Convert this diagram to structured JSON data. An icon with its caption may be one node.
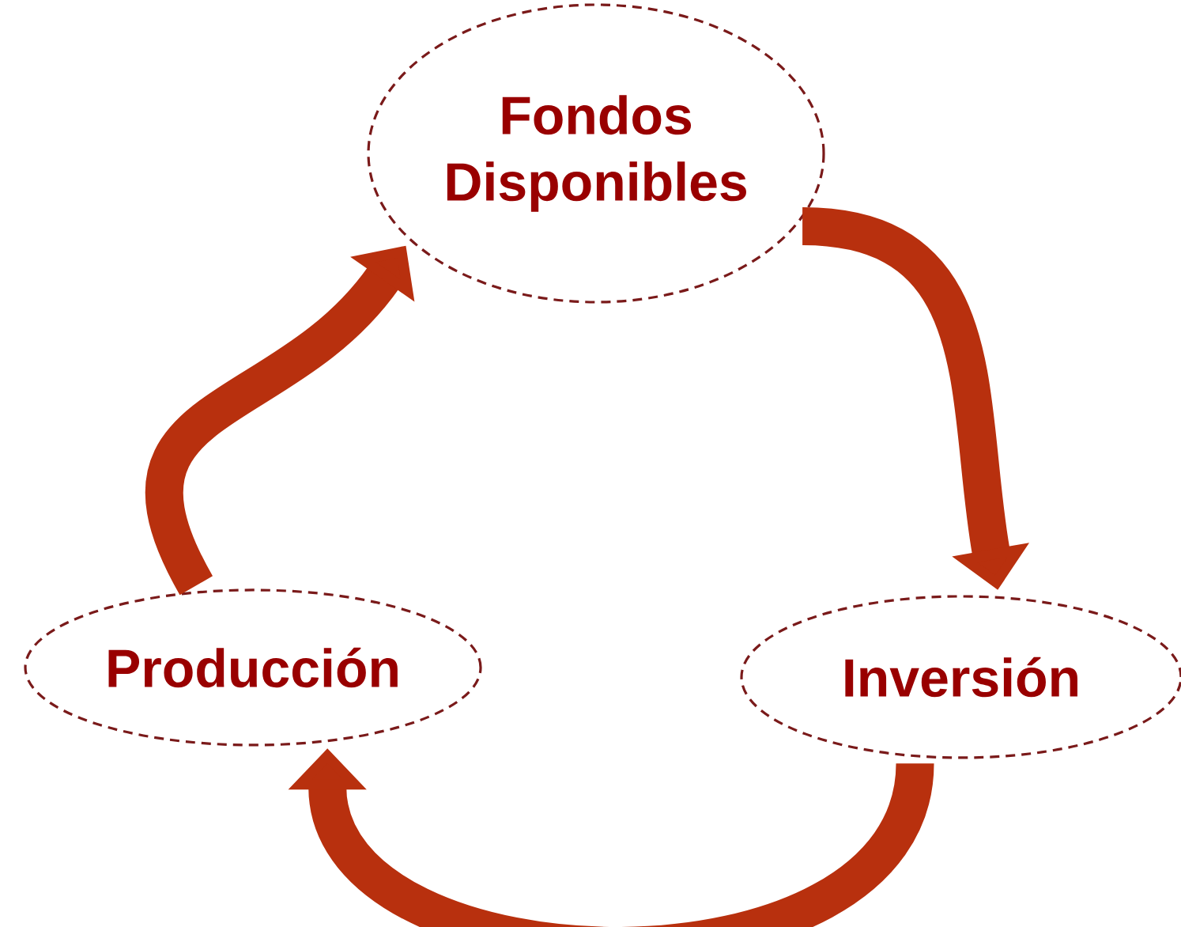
{
  "diagram": {
    "nodes": [
      {
        "text": [
          "Fondos Disponibles"
        ]
      },
      {
        "text": [
          "Inversión"
        ]
      },
      {
        "text": [
          "Producción"
        ]
      }
    ],
    "edges": [
      {
        "from": 0,
        "to": 1,
        "arrow": "to"
      },
      {
        "from": 1,
        "to": 2,
        "arrow": "to"
      },
      {
        "from": 2,
        "to": 0,
        "arrow": "to"
      }
    ]
  }
}
